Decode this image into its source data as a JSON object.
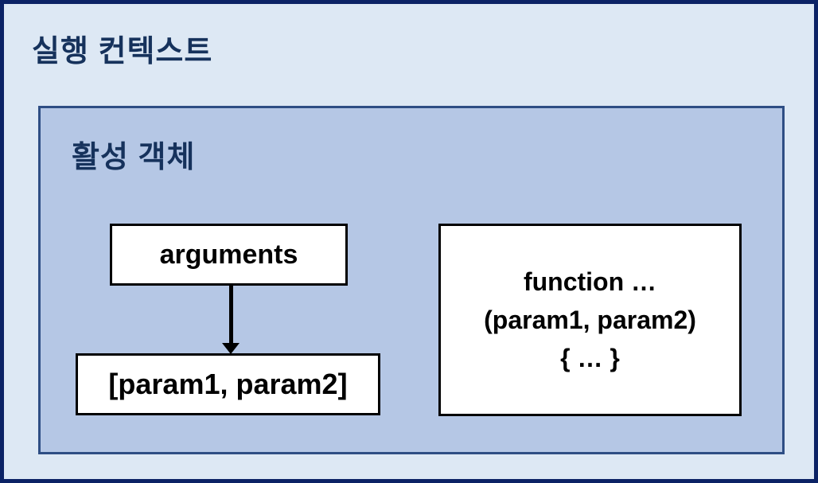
{
  "diagram": {
    "title": "실행 컨텍스트",
    "activation_object": {
      "label": "활성 객체",
      "arguments_box": {
        "label": "arguments"
      },
      "params_box": {
        "label": "[param1, param2]"
      },
      "function_box": {
        "line1": "function …",
        "line2": "(param1, param2)",
        "line3": "{ … }"
      },
      "arrow": {
        "from": "arguments",
        "to": "[param1, param2]",
        "direction": "down"
      }
    },
    "colors": {
      "outer_background": "#dde8f4",
      "outer_border": "#0b2265",
      "inner_background": "#b5c7e5",
      "inner_border": "#2e4e84",
      "title_text": "#16325c",
      "node_background": "#ffffff",
      "node_border": "#000000",
      "node_text": "#000000",
      "arrow": "#000000"
    }
  }
}
